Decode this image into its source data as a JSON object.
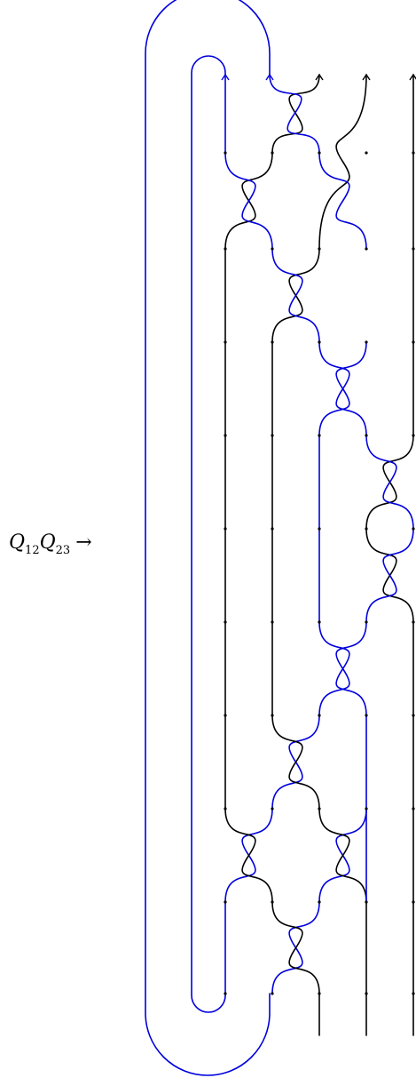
{
  "label": {
    "symbol": "Q",
    "first_index": "12",
    "second_index": "23",
    "arrow": "→"
  },
  "colors": {
    "blue": "#0000dd",
    "black": "#000000"
  }
}
